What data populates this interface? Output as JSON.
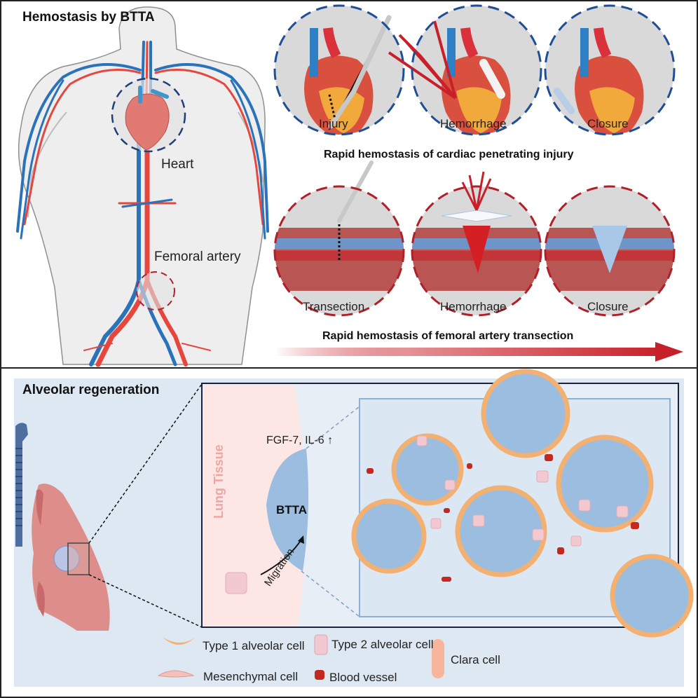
{
  "top_panel": {
    "title": "Hemostasis by BTTA",
    "body_labels": {
      "heart": "Heart",
      "femoral": "Femoral artery"
    },
    "cardiac_row": {
      "steps": [
        "Injury",
        "Hemorrhage",
        "Closure"
      ],
      "caption": "Rapid hemostasis of cardiac penetrating injury",
      "ring_color": "#1f4e96"
    },
    "femoral_row": {
      "steps": [
        "Transection",
        "Hemorrhage",
        "Closure"
      ],
      "caption": "Rapid hemostasis of femoral artery transection",
      "ring_color": "#c0262d"
    },
    "arrow_color": "#c8202a"
  },
  "bottom_panel": {
    "title": "Alveolar regeneration",
    "lung_tissue_label": "Lung Tissue",
    "btta_label": "BTTA",
    "factors_label": "FGF-7, IL-6",
    "factors_trend": "up",
    "migration_label": "Migration",
    "legend": [
      {
        "icon": "type1-alveolar-cell-icon",
        "label": "Type 1 alveolar cell"
      },
      {
        "icon": "type2-alveolar-cell-icon",
        "label": "Type 2 alveolar cell"
      },
      {
        "icon": "clara-cell-icon",
        "label": "Clara cell"
      },
      {
        "icon": "mesenchymal-cell-icon",
        "label": "Mesenchymal cell"
      },
      {
        "icon": "blood-vessel-icon",
        "label": "Blood vessel"
      }
    ]
  }
}
